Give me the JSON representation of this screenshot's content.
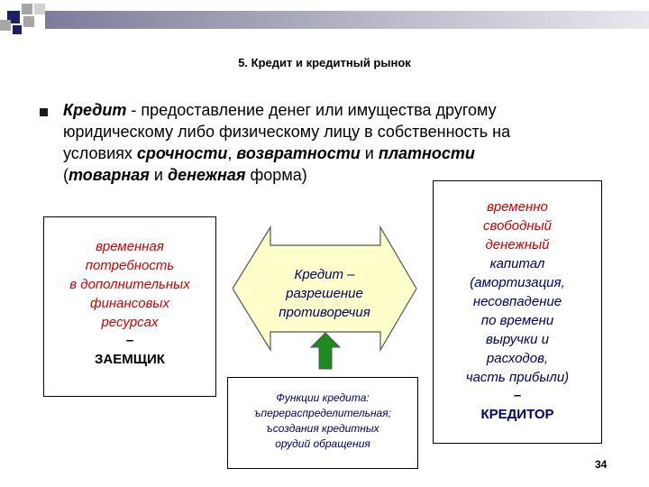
{
  "slide": {
    "title": "5. Кредит и кредитный рынок",
    "page_number": "34"
  },
  "bullet": {
    "term": "Кредит",
    "line1_rest": " - предоставление денег или имущества другому",
    "line2": "юридическому либо физическому лицу в собственность на",
    "line3_a": "условиях ",
    "line3_b": "срочности",
    "line3_c": ", ",
    "line3_d": "возвратности",
    "line3_e": " и ",
    "line3_f": "платности",
    "line4_a": "(",
    "line4_b": "товарная",
    "line4_c": " и ",
    "line4_d": "денежная",
    "line4_e": " форма)"
  },
  "borrower_box": {
    "lines": [
      "временная",
      "потребность",
      "в дополнительных",
      "финансовых",
      "ресурсах"
    ],
    "dash": "–",
    "role": "ЗАЕМЩИК"
  },
  "arrow": {
    "lines": [
      "Кредит –",
      "разрешение",
      "противоречия"
    ]
  },
  "creditor_box": {
    "lines": [
      "временно",
      "свободный",
      "денежный",
      "капитал",
      "(амортизация,",
      "несовпадение",
      "по времени",
      "выручки и",
      "расходов,",
      "часть прибыли)"
    ],
    "dash": "–",
    "role": "КРЕДИТОР"
  },
  "functions_box": {
    "title": "Функции кредита:",
    "items": [
      "ъперераспределительная;",
      "ъсоздания кредитных",
      "орудий обращения"
    ]
  },
  "colors": {
    "red": "#cc0000",
    "navy": "#000066",
    "arrow_fill": "#ffffcc",
    "up_arrow": "#1f8a1f",
    "gray_square": "#a6a6a6",
    "navy_square": "#1f1f66"
  }
}
